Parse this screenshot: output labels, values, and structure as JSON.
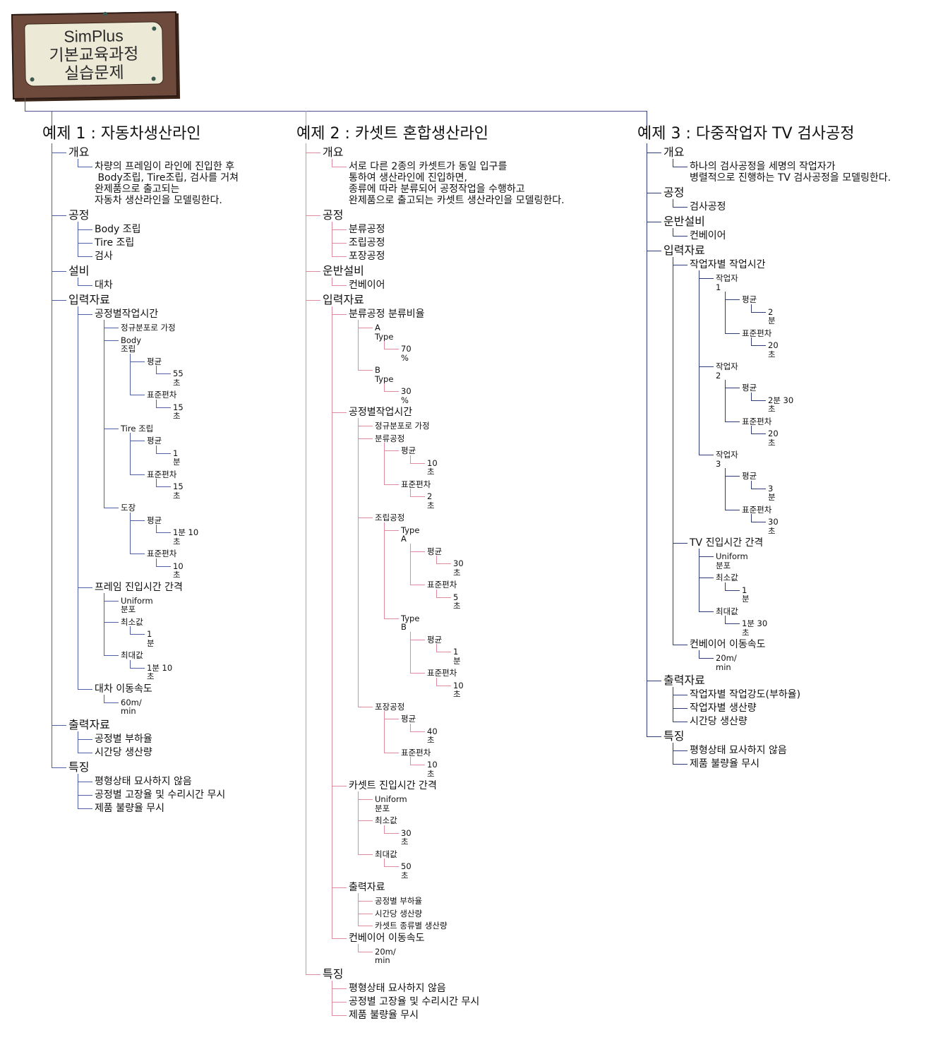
{
  "sign": {
    "lines": [
      "SimPlus",
      "기본교육과정",
      "실습문제"
    ]
  },
  "colors": {
    "connector": "#505090",
    "col1": "#5060a8",
    "col2": "#e08aa0",
    "col3": "#303c78",
    "sign_wood": "#6e4a3c",
    "sign_paper": "#ece9d6"
  },
  "columns": [
    {
      "tree": {
        "label": "예제 1 : 자동차생산라인",
        "children": [
          {
            "label": "개요",
            "children": [
              {
                "label": "차량의 프레임이 라인에 진입한 후\n Body조립, Tire조립, 검사를 거쳐\n완제품으로 출고되는\n자동차 생산라인을 모델링한다."
              }
            ]
          },
          {
            "label": "공정",
            "children": [
              {
                "label": "Body 조립"
              },
              {
                "label": "Tire 조립"
              },
              {
                "label": "검사"
              }
            ]
          },
          {
            "label": "설비",
            "children": [
              {
                "label": "대차"
              }
            ]
          },
          {
            "label": "입력자료",
            "children": [
              {
                "label": "공정별작업시간",
                "children": [
                  {
                    "label": "정규분포로 가정"
                  },
                  {
                    "label": "Body\n조립",
                    "children": [
                      {
                        "label": "평균",
                        "children": [
                          {
                            "label": "55\n초"
                          }
                        ]
                      },
                      {
                        "label": "표준편차",
                        "children": [
                          {
                            "label": "15\n초"
                          }
                        ]
                      }
                    ]
                  },
                  {
                    "label": "Tire 조립",
                    "children": [
                      {
                        "label": "평균",
                        "children": [
                          {
                            "label": "1\n분"
                          }
                        ]
                      },
                      {
                        "label": "표준편차",
                        "children": [
                          {
                            "label": "15\n초"
                          }
                        ]
                      }
                    ]
                  },
                  {
                    "label": "도장",
                    "children": [
                      {
                        "label": "평균",
                        "children": [
                          {
                            "label": "1분 10\n초"
                          }
                        ]
                      },
                      {
                        "label": "표준편차",
                        "children": [
                          {
                            "label": "10\n초"
                          }
                        ]
                      }
                    ]
                  }
                ]
              },
              {
                "label": "프레임 진입시간 간격",
                "children": [
                  {
                    "label": "Uniform\n분포"
                  },
                  {
                    "label": "최소값",
                    "children": [
                      {
                        "label": "1\n분"
                      }
                    ]
                  },
                  {
                    "label": "최대값",
                    "children": [
                      {
                        "label": "1분 10\n초"
                      }
                    ]
                  }
                ]
              },
              {
                "label": "대차 이동속도",
                "children": [
                  {
                    "label": "60m/\nmin"
                  }
                ]
              }
            ]
          },
          {
            "label": "출력자료",
            "children": [
              {
                "label": "공정별 부하율"
              },
              {
                "label": "시간당 생산량"
              }
            ]
          },
          {
            "label": "특징",
            "children": [
              {
                "label": "평형상태 묘사하지 않음"
              },
              {
                "label": "공정별 고장율 및 수리시간 무시"
              },
              {
                "label": "제품 불량율 무시"
              }
            ]
          }
        ]
      }
    },
    {
      "tree": {
        "label": "예제 2 : 카셋트 혼합생산라인",
        "children": [
          {
            "label": "개요",
            "children": [
              {
                "label": "서로 다른 2종의 카셋트가 동일 입구를\n통하여 생산라인에 진입하면,\n종류에 따라 분류되어 공정작업을 수행하고\n완제품으로 출고되는 카셋트 생산라인을 모델링한다."
              }
            ]
          },
          {
            "label": "공정",
            "children": [
              {
                "label": "분류공정"
              },
              {
                "label": "조립공정"
              },
              {
                "label": "포장공정"
              }
            ]
          },
          {
            "label": "운반설비",
            "children": [
              {
                "label": "컨베이어"
              }
            ]
          },
          {
            "label": "입력자료",
            "children": [
              {
                "label": "분류공정 분류비율",
                "children": [
                  {
                    "label": "A\nType",
                    "children": [
                      {
                        "label": "70\n%"
                      }
                    ]
                  },
                  {
                    "label": "B\nType",
                    "children": [
                      {
                        "label": "30\n%"
                      }
                    ]
                  }
                ]
              },
              {
                "label": "공정별작업시간",
                "children": [
                  {
                    "label": "정규분포로 가정"
                  },
                  {
                    "label": "분류공정",
                    "children": [
                      {
                        "label": "평균",
                        "children": [
                          {
                            "label": "10\n초"
                          }
                        ]
                      },
                      {
                        "label": "표준편차",
                        "children": [
                          {
                            "label": "2\n초"
                          }
                        ]
                      }
                    ]
                  },
                  {
                    "label": "조립공정",
                    "children": [
                      {
                        "label": "Type\nA",
                        "children": [
                          {
                            "label": "평균",
                            "children": [
                              {
                                "label": "30\n초"
                              }
                            ]
                          },
                          {
                            "label": "표준편차",
                            "children": [
                              {
                                "label": "5\n초"
                              }
                            ]
                          }
                        ]
                      },
                      {
                        "label": "Type\nB",
                        "children": [
                          {
                            "label": "평균",
                            "children": [
                              {
                                "label": "1\n분"
                              }
                            ]
                          },
                          {
                            "label": "표준편차",
                            "children": [
                              {
                                "label": "10\n초"
                              }
                            ]
                          }
                        ]
                      }
                    ]
                  },
                  {
                    "label": "포장공정",
                    "children": [
                      {
                        "label": "평균",
                        "children": [
                          {
                            "label": "40\n초"
                          }
                        ]
                      },
                      {
                        "label": "표준편차",
                        "children": [
                          {
                            "label": "10\n초"
                          }
                        ]
                      }
                    ]
                  }
                ]
              },
              {
                "label": "카셋트 진입시간 간격",
                "children": [
                  {
                    "label": "Uniform\n분포"
                  },
                  {
                    "label": "최소값",
                    "children": [
                      {
                        "label": "30\n초"
                      }
                    ]
                  },
                  {
                    "label": "최대값",
                    "children": [
                      {
                        "label": "50\n초"
                      }
                    ]
                  }
                ]
              },
              {
                "label": "출력자료",
                "children": [
                  {
                    "label": "공정별 부하율"
                  },
                  {
                    "label": "시간당 생산량"
                  },
                  {
                    "label": "카셋트 종류별 생산량"
                  }
                ]
              },
              {
                "label": "컨베이어 이동속도",
                "children": [
                  {
                    "label": "20m/\nmin"
                  }
                ]
              }
            ]
          },
          {
            "label": "특징",
            "children": [
              {
                "label": "평형상태 묘사하지 않음"
              },
              {
                "label": "공정별 고장율 및 수리시간 무시"
              },
              {
                "label": "제품 불량율 무시"
              }
            ]
          }
        ]
      }
    },
    {
      "tree": {
        "label": "예제 3 :  다중작업자 TV 검사공정",
        "children": [
          {
            "label": "개요",
            "children": [
              {
                "label": "하나의 검사공정을 세명의 작업자가\n병렬적으로 진행하는 TV 검사공정을 모델링한다."
              }
            ]
          },
          {
            "label": "공정",
            "children": [
              {
                "label": "검사공정"
              }
            ]
          },
          {
            "label": "운반설비",
            "children": [
              {
                "label": "컨베이어"
              }
            ]
          },
          {
            "label": "입력자료",
            "children": [
              {
                "label": "작업자별 작업시간",
                "children": [
                  {
                    "label": "작업자\n1",
                    "children": [
                      {
                        "label": "평균",
                        "children": [
                          {
                            "label": "2\n분"
                          }
                        ]
                      },
                      {
                        "label": "표준편차",
                        "children": [
                          {
                            "label": "20\n초"
                          }
                        ]
                      }
                    ]
                  },
                  {
                    "label": "작업자\n2",
                    "children": [
                      {
                        "label": "평균",
                        "children": [
                          {
                            "label": "2분 30\n초"
                          }
                        ]
                      },
                      {
                        "label": "표준편차",
                        "children": [
                          {
                            "label": "20\n초"
                          }
                        ]
                      }
                    ]
                  },
                  {
                    "label": "작업자\n3",
                    "children": [
                      {
                        "label": "평균",
                        "children": [
                          {
                            "label": "3\n분"
                          }
                        ]
                      },
                      {
                        "label": "표준편차",
                        "children": [
                          {
                            "label": "30\n초"
                          }
                        ]
                      }
                    ]
                  }
                ]
              },
              {
                "label": "TV 진입시간 간격",
                "children": [
                  {
                    "label": "Uniform\n분포"
                  },
                  {
                    "label": "최소값",
                    "children": [
                      {
                        "label": "1\n분"
                      }
                    ]
                  },
                  {
                    "label": "최대값",
                    "children": [
                      {
                        "label": "1분 30\n초"
                      }
                    ]
                  }
                ]
              },
              {
                "label": "컨베이어 이동속도",
                "children": [
                  {
                    "label": "20m/\nmin"
                  }
                ]
              }
            ]
          },
          {
            "label": "출력자료",
            "children": [
              {
                "label": "작업자별 작업강도(부하율)"
              },
              {
                "label": "작업자별 생산량"
              },
              {
                "label": "시간당 생산량"
              }
            ]
          },
          {
            "label": "특징",
            "children": [
              {
                "label": "평형상태 묘사하지 않음"
              },
              {
                "label": "제품 불량율 무시"
              }
            ]
          }
        ]
      }
    }
  ]
}
